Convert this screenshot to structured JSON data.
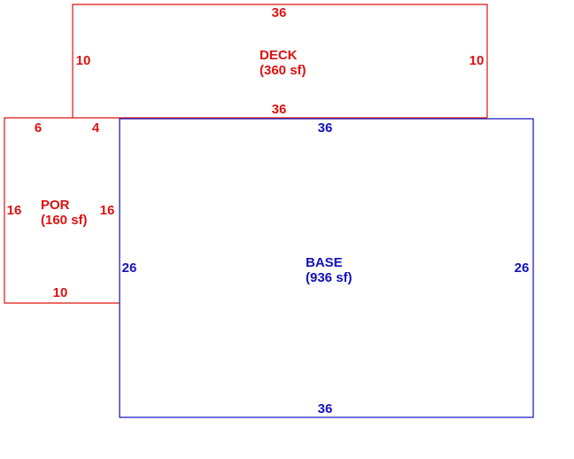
{
  "colors": {
    "addition": "#dd1111",
    "base": "#1111bb"
  },
  "deck": {
    "name": "DECK",
    "area": "(360 sf)",
    "dim_top": "36",
    "dim_bottom": "36",
    "dim_left": "10",
    "dim_right": "10"
  },
  "porch": {
    "name": "POR",
    "area": "(160 sf)",
    "dim_top_left": "6",
    "dim_top_right": "4",
    "dim_left": "16",
    "dim_right": "16",
    "dim_bottom": "10"
  },
  "base": {
    "name": "BASE",
    "area": "(936 sf)",
    "dim_top": "36",
    "dim_bottom": "36",
    "dim_left": "26",
    "dim_right": "26"
  }
}
